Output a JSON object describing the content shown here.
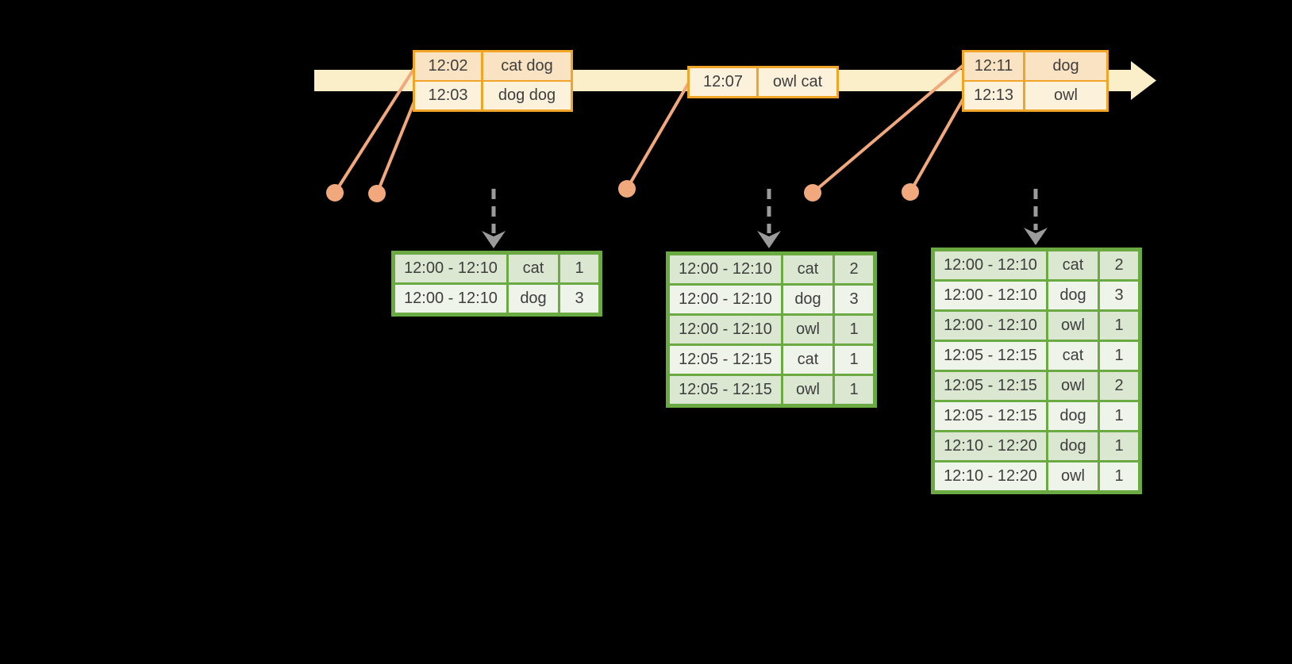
{
  "colors": {
    "background": "#000000",
    "timeline_fill": "#FAEFC8",
    "event_border": "#F0A529",
    "event_row_dark": "#FAE3C2",
    "event_row_light": "#FCF2DC",
    "marker": "#F1A87D",
    "arrow_gray": "#9B9B9B",
    "result_border": "#6BA942",
    "result_row_dark": "#DBE7D0",
    "result_row_light": "#EFF4EA",
    "text": "#3E3E3E"
  },
  "event_tables": [
    {
      "rows": [
        [
          "12:02",
          "cat dog"
        ],
        [
          "12:03",
          "dog dog"
        ]
      ]
    },
    {
      "rows": [
        [
          "12:07",
          "owl cat"
        ]
      ]
    },
    {
      "rows": [
        [
          "12:11",
          "dog"
        ],
        [
          "12:13",
          "owl"
        ]
      ]
    }
  ],
  "result_tables": [
    {
      "rows": [
        [
          "12:00 - 12:10",
          "cat",
          "1"
        ],
        [
          "12:00 - 12:10",
          "dog",
          "3"
        ]
      ]
    },
    {
      "rows": [
        [
          "12:00 - 12:10",
          "cat",
          "2"
        ],
        [
          "12:00 - 12:10",
          "dog",
          "3"
        ],
        [
          "12:00 - 12:10",
          "owl",
          "1"
        ],
        [
          "12:05 - 12:15",
          "cat",
          "1"
        ],
        [
          "12:05 - 12:15",
          "owl",
          "1"
        ]
      ]
    },
    {
      "rows": [
        [
          "12:00 - 12:10",
          "cat",
          "2"
        ],
        [
          "12:00 - 12:10",
          "dog",
          "3"
        ],
        [
          "12:00 - 12:10",
          "owl",
          "1"
        ],
        [
          "12:05 - 12:15",
          "cat",
          "1"
        ],
        [
          "12:05 - 12:15",
          "owl",
          "2"
        ],
        [
          "12:05 - 12:15",
          "dog",
          "1"
        ],
        [
          "12:10 - 12:20",
          "dog",
          "1"
        ],
        [
          "12:10 - 12:20",
          "owl",
          "1"
        ]
      ]
    }
  ]
}
